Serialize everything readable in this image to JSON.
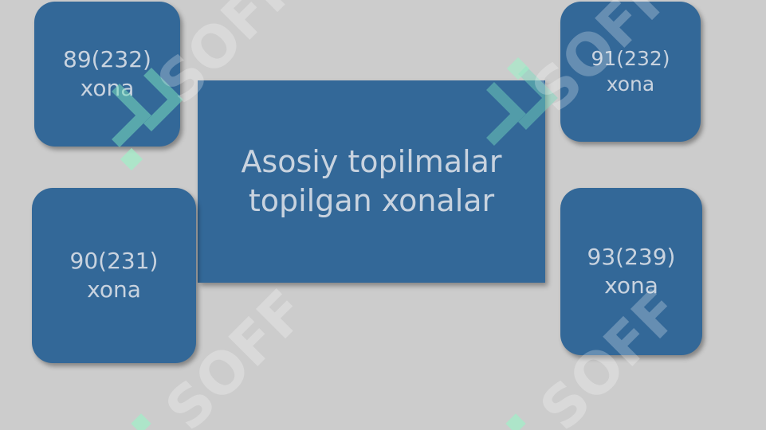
{
  "slide": {
    "background": "#cccccc",
    "box_color": "#336898",
    "text_color": "#c9d3df",
    "center": {
      "line1": "Asosiy topilmalar",
      "line2": "topilgan xonalar"
    },
    "rooms": {
      "top_left": {
        "number": "89(232)",
        "label": "xona"
      },
      "top_right": {
        "number": "91(232)",
        "label": "xona"
      },
      "middle_left": {
        "number": "90(231)",
        "label": "xona"
      },
      "middle_right": {
        "number": "93(239)",
        "label": "xona"
      }
    },
    "watermark": {
      "text": "SOFF",
      "icon": "soff-logo-icon"
    }
  }
}
